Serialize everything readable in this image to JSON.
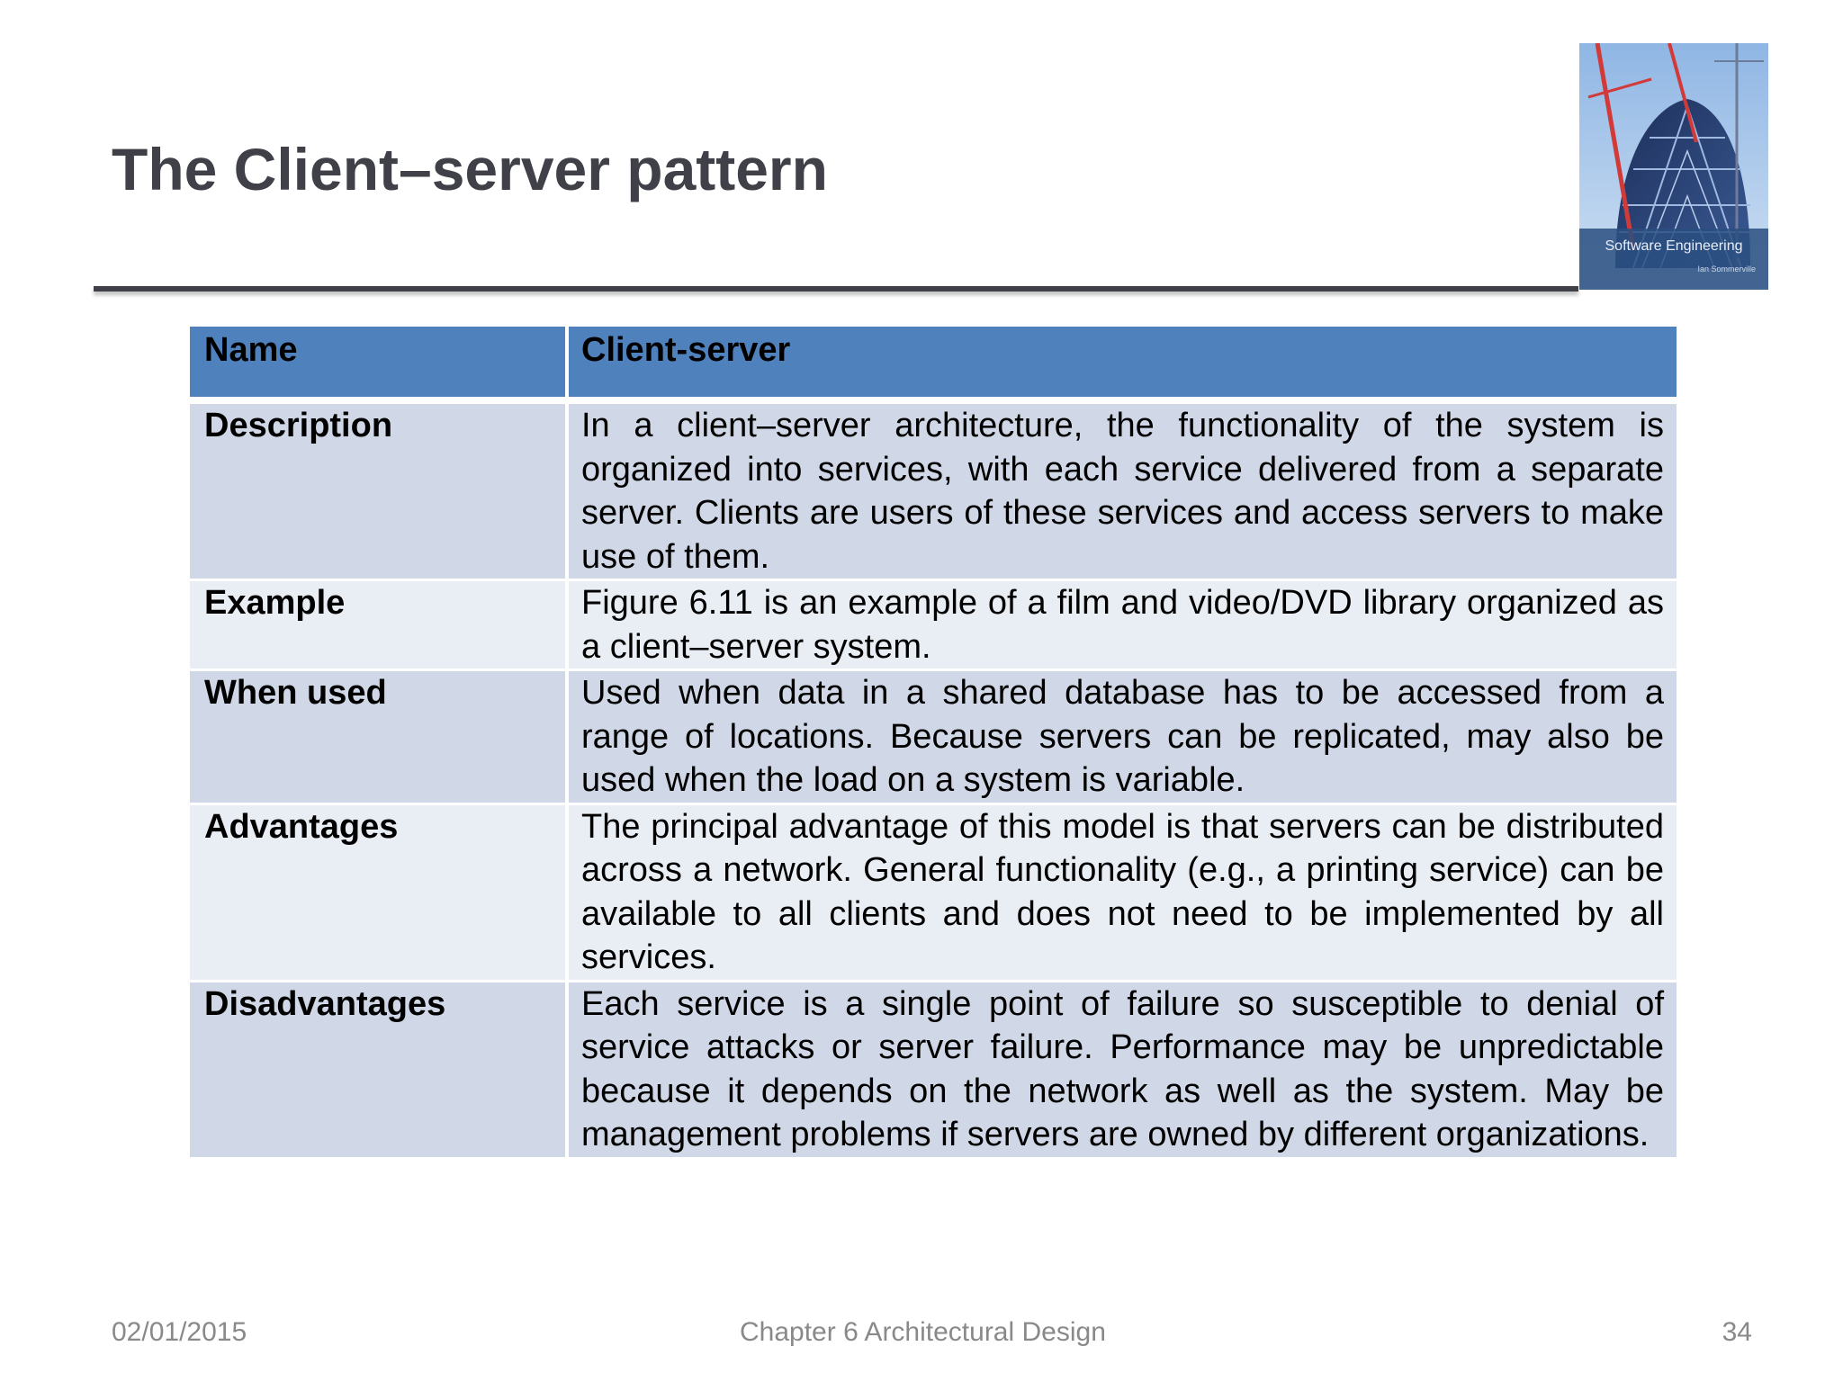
{
  "slide": {
    "title": "The Client–server pattern",
    "cover_image": {
      "icon": "book-cover-image",
      "text_line1": "Software Engineering",
      "text_line2": "Ian Sommerville"
    }
  },
  "table": {
    "header": {
      "label": "Name",
      "value": "Client-server"
    },
    "rows": [
      {
        "label": "Description",
        "value": "In a client–server architecture, the functionality of the system is organized into services, with each service delivered from a separate server. Clients are users of these services and access servers to make use of them."
      },
      {
        "label": "Example",
        "value": "Figure 6.11 is an example of a film and video/DVD library organized as a client–server system."
      },
      {
        "label": "When used",
        "value": "Used when data in a shared database has to be accessed from a range of locations. Because servers can be replicated, may also be used when the load on a system is variable."
      },
      {
        "label": "Advantages",
        "value": "The principal advantage of this model is that servers can be distributed across a network. General functionality (e.g., a printing service) can be available to all clients and does not need to be implemented by all services."
      },
      {
        "label": "Disadvantages",
        "value": "Each service is a single point of failure so susceptible to denial of service attacks or server failure. Performance may be unpredictable because it depends on the network as well as the system. May be management problems if servers are owned by different organizations."
      }
    ]
  },
  "footer": {
    "date": "02/01/2015",
    "chapter": "Chapter 6 Architectural Design",
    "page": "34"
  },
  "colors": {
    "header_row": "#4f81bd",
    "row_dark": "#d0d8e8",
    "row_light": "#e9edf4",
    "title_text": "#404048",
    "footer_text": "#898989"
  }
}
